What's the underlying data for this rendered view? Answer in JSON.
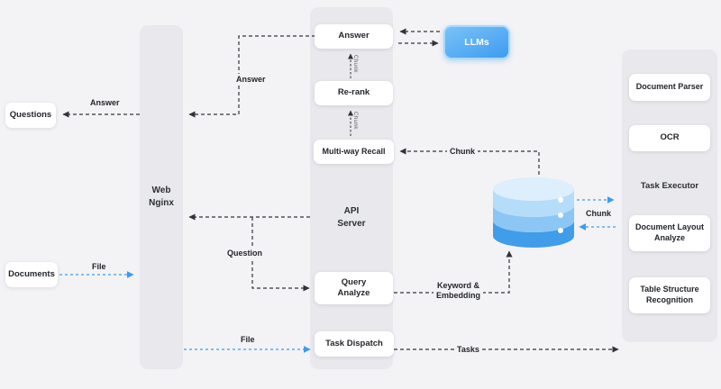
{
  "diagram": {
    "nodes": {
      "questions": "Questions",
      "documents": "Documents",
      "web_nginx_line1": "Web",
      "web_nginx_line2": "Nginx",
      "answer": "Answer",
      "rerank": "Re-rank",
      "multiway_recall": "Multi-way Recall",
      "api_server_line1": "API",
      "api_server_line2": "Server",
      "query_analyze_line1": "Query",
      "query_analyze_line2": "Analyze",
      "task_dispatch": "Task Dispatch",
      "llms": "LLMs",
      "task_executor": "Task Executor",
      "document_parser": "Document Parser",
      "ocr": "OCR",
      "document_layout_line1": "Document Layout",
      "document_layout_line2": "Analyze",
      "table_structure_line1": "Table Structure",
      "table_structure_line2": "Recognition"
    },
    "edge_labels": {
      "answer": "Answer",
      "question": "Question",
      "file": "File",
      "chunk": "Chunk",
      "keyword_line1": "Keyword &",
      "keyword_line2": "Embedding",
      "tasks": "Tasks"
    },
    "colors": {
      "background": "#f3f3f5",
      "panel": "#e9e9ed",
      "card": "#ffffff",
      "dark_arrow": "#30343a",
      "blue_arrow": "#3b9cee",
      "llms_gradient_start": "#79c2f8",
      "llms_gradient_end": "#3e9cf0",
      "db_top": "#ddeefc",
      "db_band_light": "#b5dcf9",
      "db_band_mid": "#8cc6f5",
      "db_band_dark": "#3f9de9"
    }
  }
}
